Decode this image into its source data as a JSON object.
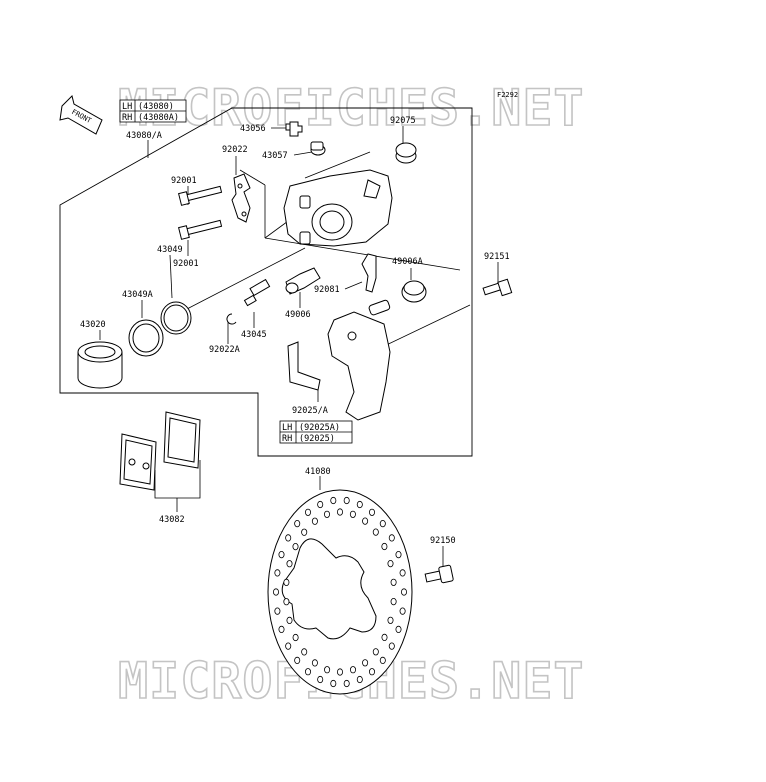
{
  "watermark": "MICROFICHES.NET",
  "figure_code": "F2292",
  "front_label": "FRONT",
  "callout_lh_rh_top": {
    "lh": "LH",
    "lh_part": "(43080)",
    "rh": "RH",
    "rh_part": "(43080A)"
  },
  "callout_lh_rh_bottom": {
    "lh": "LH",
    "lh_part": "(92025A)",
    "rh": "RH",
    "rh_part": "(92025)"
  },
  "labels": {
    "l43080": "43080/A",
    "l43056": "43056",
    "l43057": "43057",
    "l92075": "92075",
    "l92022": "92022",
    "l92001a": "92001",
    "l92001b": "92001",
    "l43049": "43049",
    "l43049a": "43049A",
    "l43020": "43020",
    "l92022a": "92022A",
    "l43045": "43045",
    "l49006": "49006",
    "l92081": "92081",
    "l49006a": "49006A",
    "l92151": "92151",
    "l92025": "92025/A",
    "l43082": "43082",
    "l41080": "41080",
    "l92150": "92150"
  }
}
